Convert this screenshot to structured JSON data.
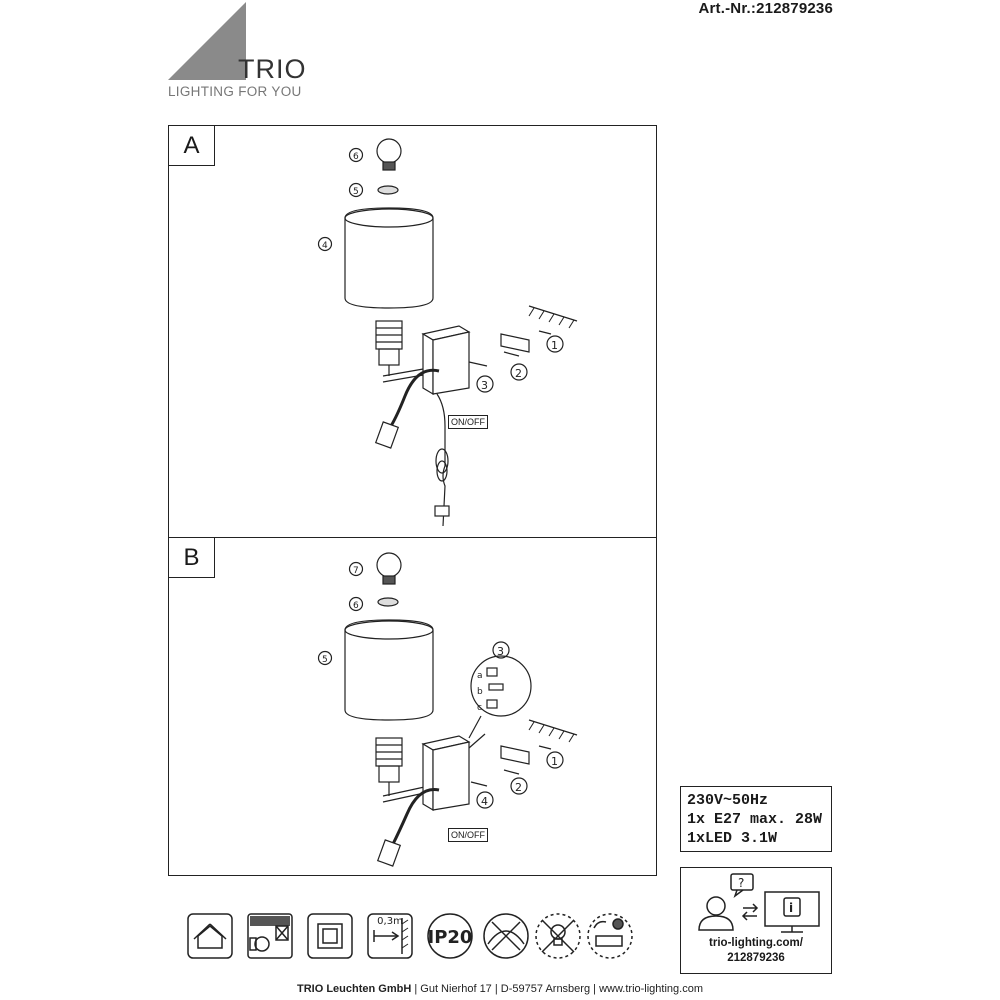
{
  "header": {
    "article_number": "Art.-Nr.:212879236",
    "brand": "TRIO",
    "tagline": "LIGHTING FOR YOU"
  },
  "panels": [
    {
      "label": "A",
      "switch_label": "ON/OFF",
      "callouts": [
        "①",
        "②",
        "③",
        "④",
        "⑤",
        "⑥"
      ]
    },
    {
      "label": "B",
      "switch_label": "ON/OFF",
      "callouts": [
        "①",
        "②",
        "③",
        "④",
        "⑤",
        "⑥",
        "⑦"
      ],
      "detail_steps": [
        "a",
        "b",
        "c"
      ]
    }
  ],
  "specs": {
    "line1": "230V~50Hz",
    "line2": "1x E27 max. 28W",
    "line3": "1xLED 3.1W"
  },
  "support": {
    "url": "trio-lighting.com/",
    "article": "212879236"
  },
  "icons": [
    {
      "name": "indoor-use-icon"
    },
    {
      "name": "not-for-insulation-cover-icon"
    },
    {
      "name": "protection-class-2-icon"
    },
    {
      "name": "min-distance-icon",
      "text": "0,3m"
    },
    {
      "name": "ip-rating-icon",
      "text": "IP20"
    },
    {
      "name": "no-dimmer-icon"
    },
    {
      "name": "bulb-recycling-icon"
    },
    {
      "name": "electrical-waste-icon"
    }
  ],
  "footer": {
    "company": "TRIO Leuchten GmbH",
    "address": "Gut Nierhof 17",
    "city": "D-59757 Arnsberg",
    "website": "www.trio-lighting.com",
    "separator": "|"
  },
  "colors": {
    "line": "#222222",
    "logo_gray": "#8a8a8a",
    "text": "#1a1a1a"
  }
}
